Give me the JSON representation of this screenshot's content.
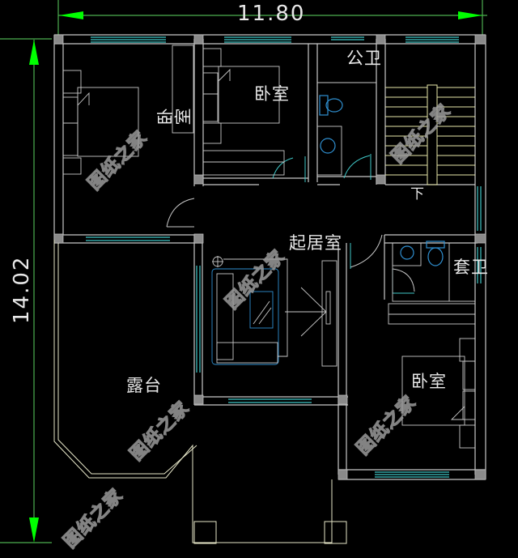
{
  "drawing": {
    "type": "architectural floor plan (second floor)",
    "background_color": "#000000",
    "colors": {
      "dimension_line": "#00ff00",
      "wall": "#c8c8c8",
      "window_glass": "#3fc7c7",
      "fixtures": "#2f8fd0",
      "stair": "#e6e6a8",
      "balcony_edge": "#e6e6c8",
      "text": "#e8e8e8"
    }
  },
  "dimensions": {
    "width": "11.80",
    "depth": "14.02"
  },
  "rooms": {
    "bedroom_west": "卧室",
    "bedroom_north": "卧室",
    "public_bath": "公卫",
    "stair_down": "下",
    "living_room": "起居室",
    "ensuite_bath": "套卫",
    "bedroom_southeast": "卧室",
    "terrace": "露台"
  },
  "watermark": {
    "text": "图纸之家",
    "positions": 6
  }
}
